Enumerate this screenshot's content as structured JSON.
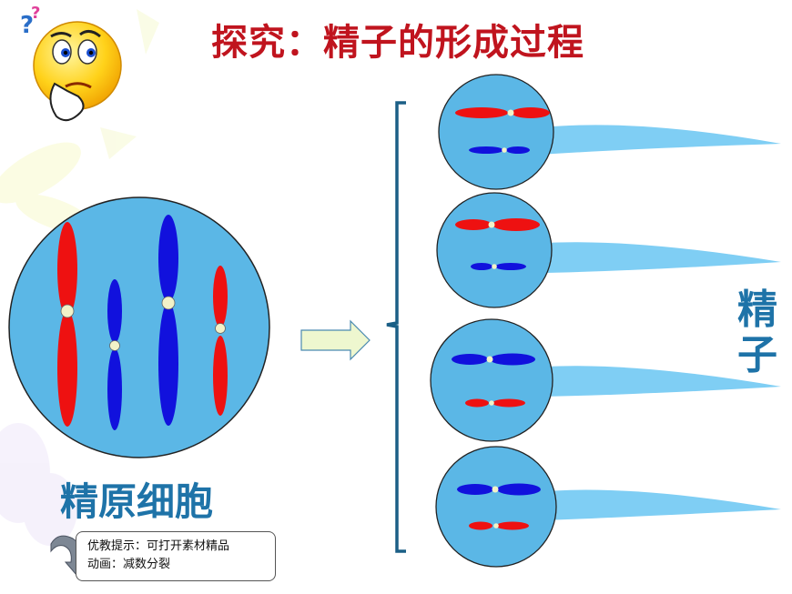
{
  "title": "探究：精子的形成过程",
  "primary_cell_label": "精原细胞",
  "sperm_label": [
    "精",
    "子"
  ],
  "tip": {
    "line1": "优教提示：可打开素材精品",
    "line2": "动画：减数分裂"
  },
  "colors": {
    "cell_fill": "#5bb7e6",
    "chromosome_red": "#ee1111",
    "chromosome_blue": "#1111dd",
    "tail": "#7fcef4",
    "bracket": "#1b5f86",
    "arrow_fill": "#eef7cf",
    "title": "#c0141e",
    "label": "#1e73a8"
  },
  "icons": [
    "confused-face-icon",
    "curved-arrow-icon",
    "right-arrow-icon"
  ]
}
